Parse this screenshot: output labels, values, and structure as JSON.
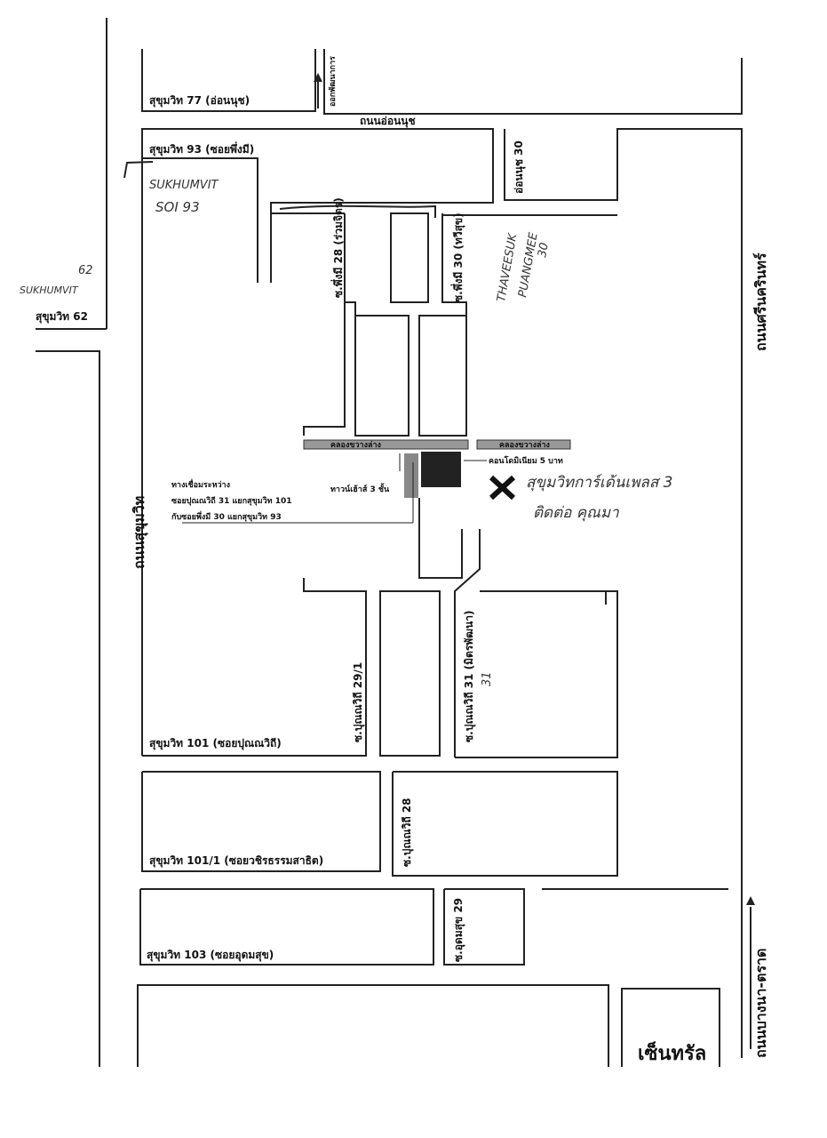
{
  "streets": {
    "sukhumvit_77": "สุขุมวิท 77 (อ่อนนุช)",
    "onnut_exit": "ออกพัฒนาการ",
    "onnut_road": "ถนนอ่อนนุช",
    "sukhumvit_93": "สุขุมวิท 93 (ซอยพึ่งมี)",
    "onnut_30": "อ่อนนุช 30",
    "sukhumvit_62": "สุขุมวิท 62",
    "phueng_mi_28": "ซ.พึ่งมี 28 (ร่วมจิตร)",
    "phueng_mi_30": "ซ.พึ่งมี 30 (ทวีสุข)",
    "srinakarin": "ถนนศรีนครินทร์",
    "sukhumvit_road": "ถนนสุขุมวิท",
    "canal_left": "คลองขวางล่าง",
    "canal_right": "คลองขวางล่าง",
    "condo": "คอนโดมิเนียม 5 บาท",
    "townhouse": "ทาวน์เฮ้าส์ 3 ชั้น",
    "connector_1": "ทางเชื่อมระหว่าง",
    "connector_2": "ซอยปุณณวิถี 31 แยกสุขุมวิท 101",
    "connector_3": "กับซอยพึ่งมี 30 แยกสุขุมวิท 93",
    "punnawithi_29_1": "ซ.ปุณณวิถี 29/1",
    "punnawithi_31": "ซ.ปุณณวิถี 31 (มิตรพัฒนา)",
    "sukhumvit_101": "สุขุมวิท 101 (ซอยปุณณวิถี)",
    "punnawithi_28": "ซ.ปุณณวิถี 28",
    "sukhumvit_101_1": "สุขุมวิท 101/1 (ซอยวชิรธรรมสาธิต)",
    "udomsuk_29": "ซ.อุดมสุข 29",
    "sukhumvit_103": "สุขุมวิท 103 (ซอยอุดมสุข)",
    "bangna_trad": "ถนนบางนา-ตราด",
    "central": "เซ็นทรัล"
  },
  "handwritten": {
    "soi93_line1": "SUKHUMVIT",
    "soi93_line2": "SOI 93",
    "s62_num": "62",
    "s62_word": "SUKHUMVIT",
    "thaveesuk_1": "THAVEESUK",
    "thaveesuk_2": "PUANGMEE",
    "thaveesuk_3": "30",
    "destination_1": "สุขุมวิทการ์เด้นเพลส 3",
    "destination_2": "ติดต่อ คุณมา",
    "punnawithi_31_num": "31"
  },
  "marker": {
    "icon": "x-mark-icon"
  }
}
